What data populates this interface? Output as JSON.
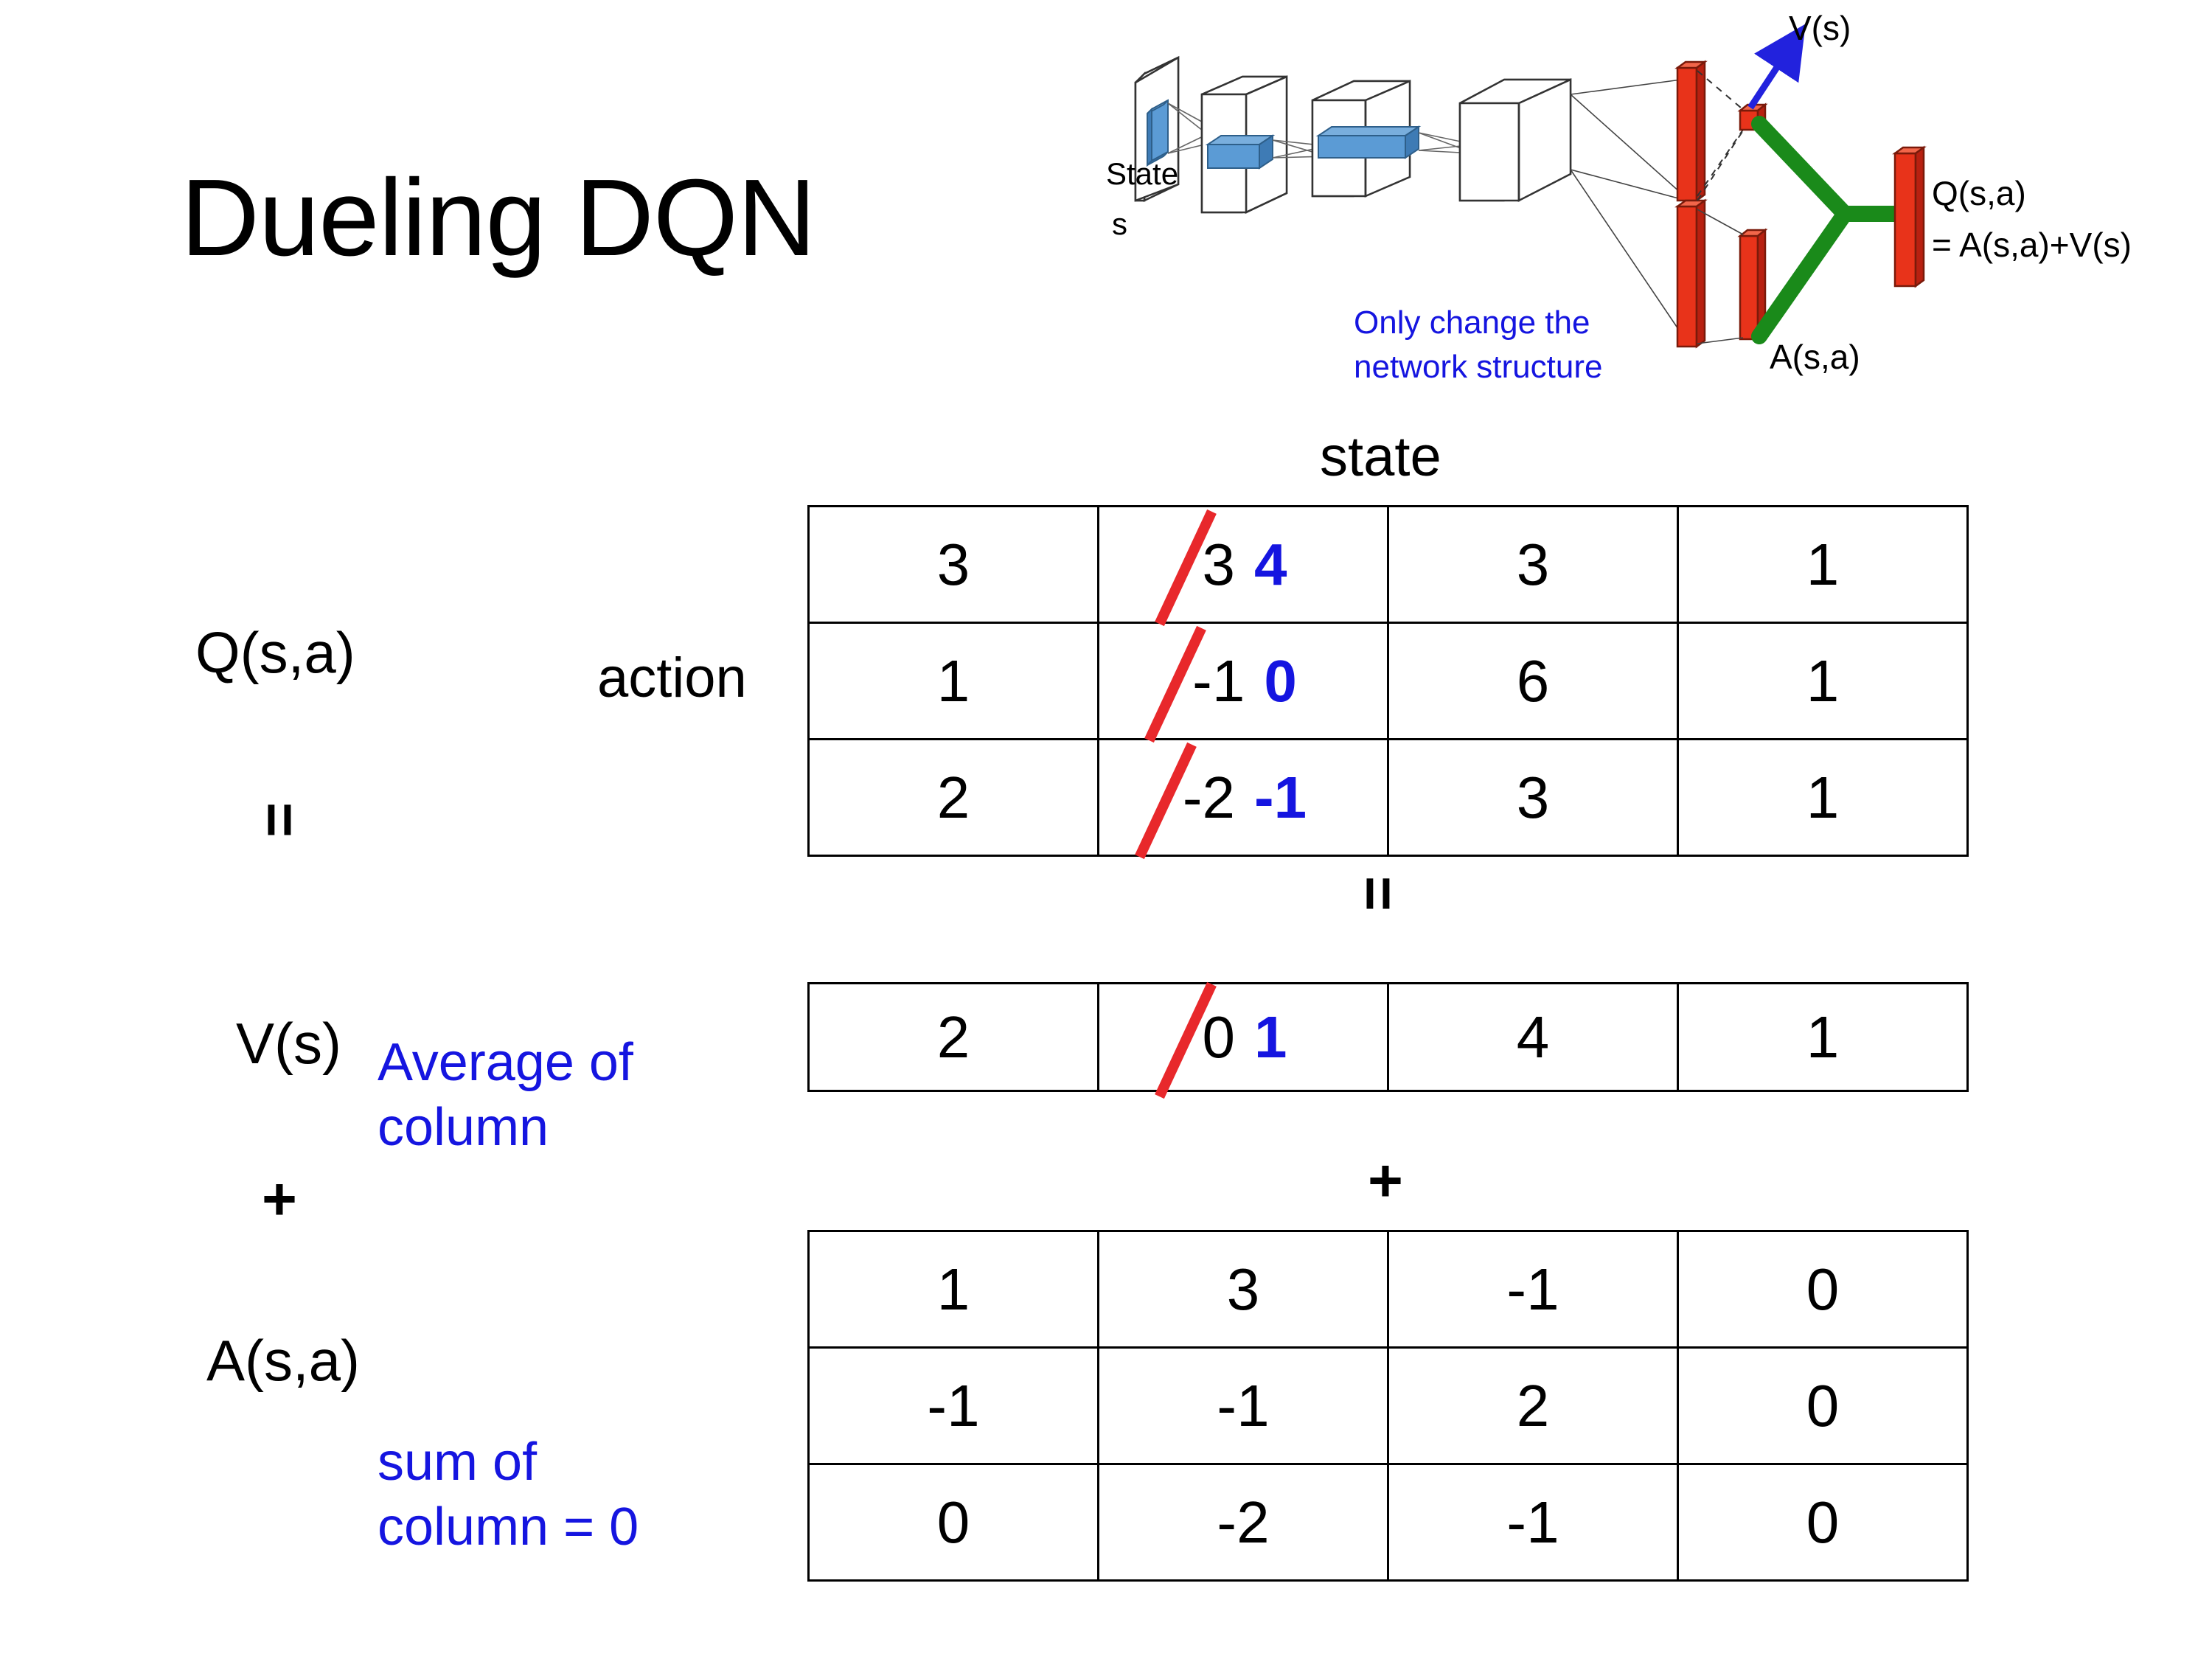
{
  "slide": {
    "title": "Dueling DQN",
    "background": "#ffffff"
  },
  "colors": {
    "blue_text": "#1515E0",
    "strike_red": "#E8282B",
    "bar_red": "#E8331A",
    "connector_green": "#1A8A1A",
    "filter_blue": "#5B9BD5",
    "black": "#000000"
  },
  "diagram": {
    "name": "dueling-dqn-network",
    "input_label_line1": "State",
    "input_label_line2": "s",
    "note": "Only change the\nnetwork structure",
    "value_stream_label": "V(s)",
    "advantage_stream_label": "A(s,a)",
    "output_label_line1": "Q(s,a)",
    "output_label_line2": "= A(s,a)+V(s)"
  },
  "labels": {
    "state": "state",
    "action": "action",
    "q_label": "Q(s,a)",
    "v_label": "V(s)",
    "a_label": "A(s,a)",
    "avg_note": "Average of\ncolumn",
    "sum_note": "sum of\ncolumn = 0",
    "equals": "=",
    "plus": "+"
  },
  "chart_data": {
    "type": "table",
    "title": "Dueling DQN decomposition Q(s,a) = V(s) + A(s,a)",
    "xlabel": "state",
    "ylabel": "action",
    "tables": [
      {
        "name": "Q(s,a)",
        "rows": [
          [
            {
              "value": "3"
            },
            {
              "value": "3",
              "struck": true,
              "replacement": "4"
            },
            {
              "value": "3"
            },
            {
              "value": "1"
            }
          ],
          [
            {
              "value": "1"
            },
            {
              "value": "-1",
              "struck": true,
              "replacement": "0"
            },
            {
              "value": "6"
            },
            {
              "value": "1"
            }
          ],
          [
            {
              "value": "2"
            },
            {
              "value": "-2",
              "struck": true,
              "replacement": "-1"
            },
            {
              "value": "3"
            },
            {
              "value": "1"
            }
          ]
        ]
      },
      {
        "name": "V(s)",
        "rows": [
          [
            {
              "value": "2"
            },
            {
              "value": "0",
              "struck": true,
              "replacement": "1"
            },
            {
              "value": "4"
            },
            {
              "value": "1"
            }
          ]
        ]
      },
      {
        "name": "A(s,a)",
        "rows": [
          [
            {
              "value": "1"
            },
            {
              "value": "3"
            },
            {
              "value": "-1"
            },
            {
              "value": "0"
            }
          ],
          [
            {
              "value": "-1"
            },
            {
              "value": "-1"
            },
            {
              "value": "2"
            },
            {
              "value": "0"
            }
          ],
          [
            {
              "value": "0"
            },
            {
              "value": "-2"
            },
            {
              "value": "-1"
            },
            {
              "value": "0"
            }
          ]
        ]
      }
    ]
  }
}
